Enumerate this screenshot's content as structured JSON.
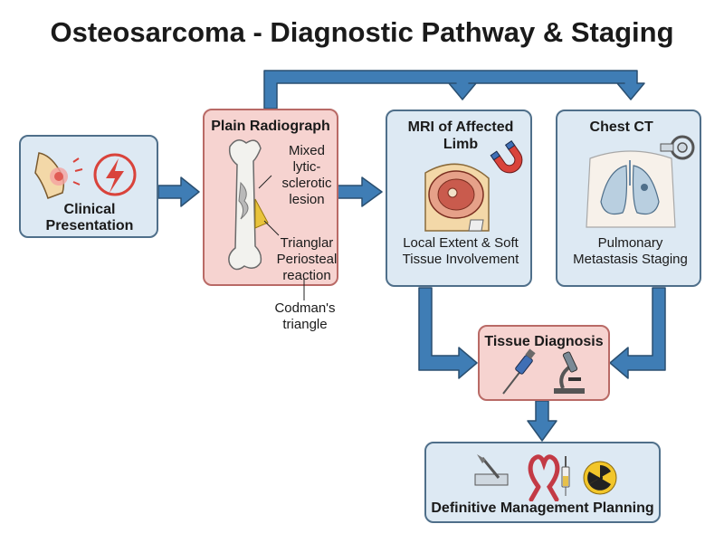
{
  "title": "Osteosarcoma - Diagnostic Pathway & Staging",
  "nodes": {
    "clinical": {
      "label": "Clinical Presentation"
    },
    "radiograph": {
      "title": "Plain Radiograph",
      "lesion_label": "Mixed lytic-sclerotic lesion",
      "periosteal_label": "Trianglar Periosteal reaction",
      "codman_label": "Codman's triangle"
    },
    "mri": {
      "title": "MRI of Affected Limb",
      "caption": "Local Extent & Soft Tissue Involvement"
    },
    "ct": {
      "title": "Chest CT",
      "caption": "Pulmonary Metastasis Staging"
    },
    "tissue": {
      "title": "Tissue Diagnosis"
    },
    "management": {
      "title": "Definitive Management Planning"
    }
  },
  "colors": {
    "arrow": "#3f7db5",
    "arrow_outline": "#2a4f70",
    "box_blue": "#dde9f3",
    "box_red": "#f6d3d0"
  },
  "icons": [
    "knee-pain-icon",
    "lightning-icon",
    "femur-bone-icon",
    "magnet-icon",
    "knee-mri-icon",
    "ct-scanner-icon",
    "lungs-icon",
    "biopsy-needle-icon",
    "microscope-icon",
    "scalpel-icon",
    "awareness-ribbon-icon",
    "syringe-icon",
    "radiation-icon"
  ]
}
